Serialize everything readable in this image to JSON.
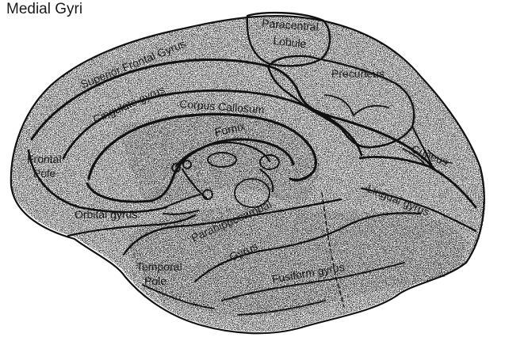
{
  "title": "Medial Gyri",
  "labels": {
    "paracentral": "Paracentral",
    "lobule": "Lobule",
    "superior_frontal": "Superior Frontal Gyrus",
    "precuneus": "Precuneus",
    "cingulate": "Cingulate gyrus",
    "corpus_callosum": "Corpus Callosum",
    "fornix": "Fornix",
    "frontal": "Frontal",
    "pole": "Pole",
    "cuneus": "Cuneus",
    "lingual": "Lingual gyrus",
    "orbital": "Orbital gyrus",
    "parahippocampal": "Parahippocampal",
    "gyrus": "Gyrus",
    "temporal": "Temporal",
    "temporal_pole": "Pole",
    "fusiform": "Fusiform gyrus"
  }
}
